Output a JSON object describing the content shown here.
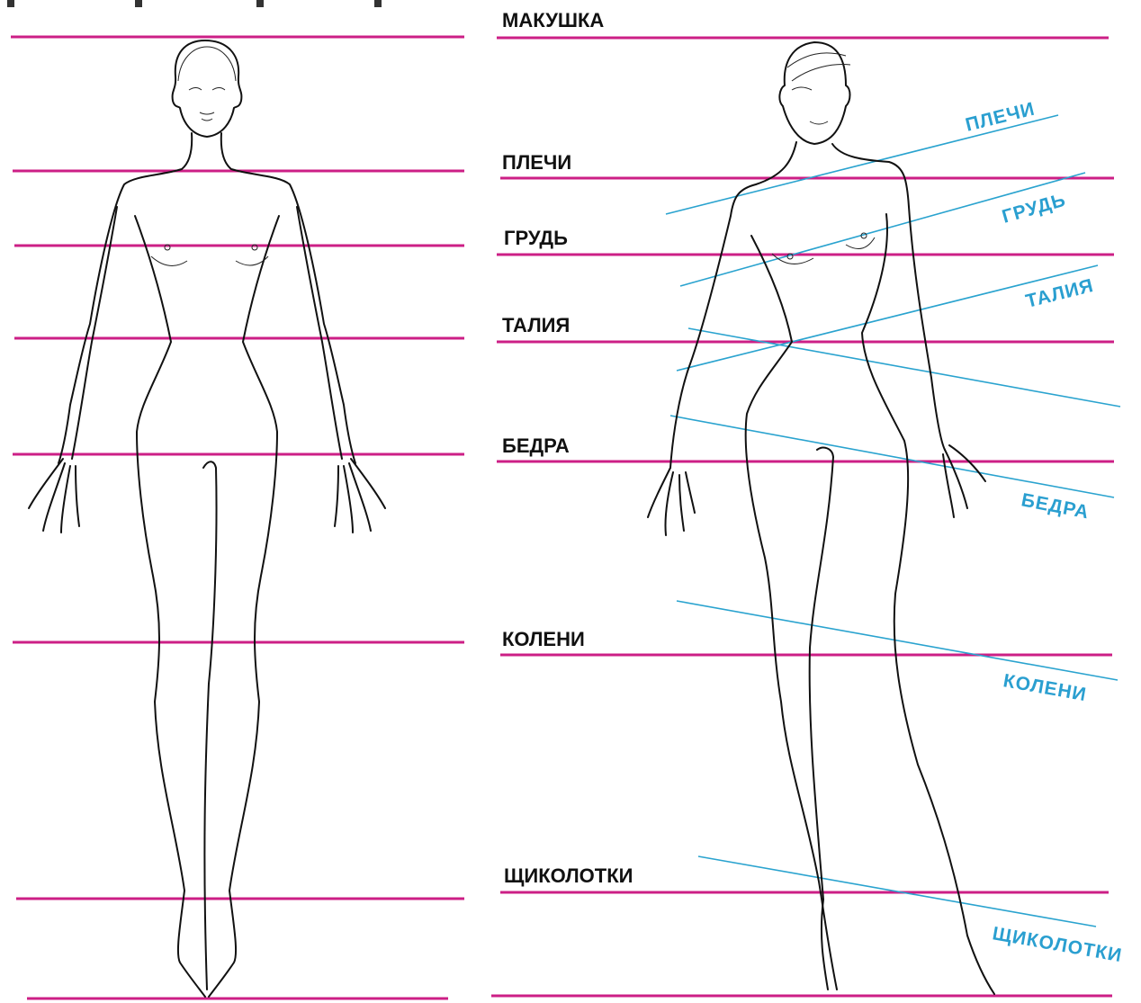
{
  "landmarks": {
    "crown": "МАКУШКА",
    "shoulders": "ПЛЕЧИ",
    "bust": "ГРУДЬ",
    "waist": "ТАЛИЯ",
    "hips": "БЕДРА",
    "knees": "КОЛЕНИ",
    "ankles": "ЩИКОЛОТКИ"
  },
  "tilted_labels": {
    "shoulders": "ПЛЕЧИ",
    "bust": "ГРУДЬ",
    "waist": "ТАЛИЯ",
    "hips": "БЕДРА",
    "knees": "КОЛЕНИ",
    "ankles": "ЩИКОЛОТКИ"
  },
  "colors": {
    "guide_line": "#cc1f86",
    "tilted_line": "#2aa3cf",
    "label_text": "#111111",
    "tilted_text": "#2a9fd0"
  }
}
